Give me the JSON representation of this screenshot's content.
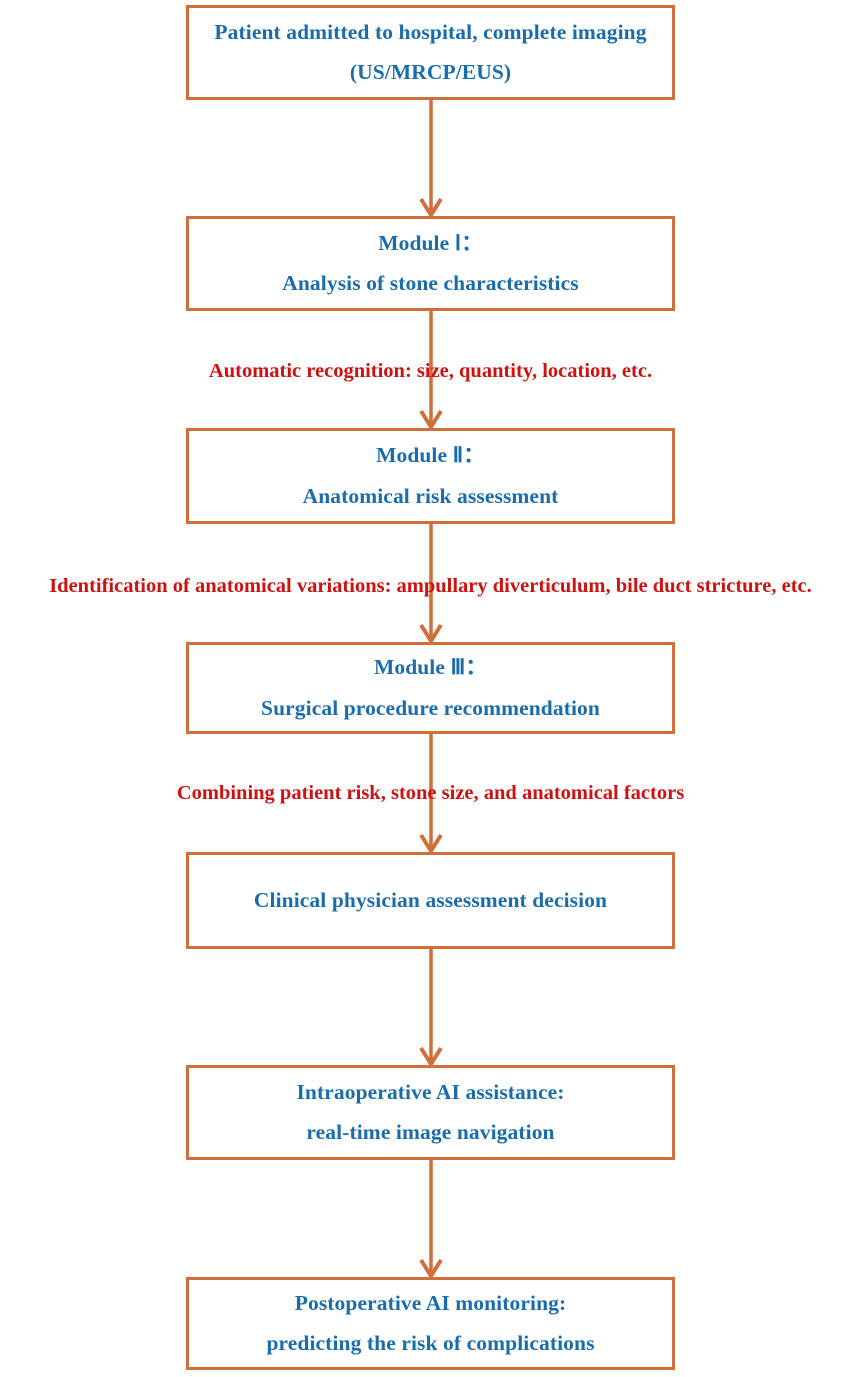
{
  "diagram": {
    "title": "AI-assisted clinical workflow for bile duct stone management",
    "colors": {
      "box_border": "#cf6f3b",
      "box_text": "#1a6caa",
      "annotation_text": "#cc1212",
      "arrow": "#cf6f3b",
      "background": "#ffffff"
    },
    "nodes": [
      {
        "id": "node-admission",
        "name": "patient-admission-box",
        "lines": [
          "Patient admitted to hospital, complete imaging",
          "(US/MRCP/EUS)"
        ]
      },
      {
        "id": "node-module-1",
        "name": "module-one-box",
        "lines": [
          "Module Ⅰ：",
          "Analysis of stone characteristics"
        ]
      },
      {
        "id": "node-module-2",
        "name": "module-two-box",
        "lines": [
          "Module Ⅱ：",
          "Anatomical risk assessment"
        ]
      },
      {
        "id": "node-module-3",
        "name": "module-three-box",
        "lines": [
          "Module Ⅲ：",
          "Surgical procedure recommendation"
        ]
      },
      {
        "id": "node-physician-decision",
        "name": "clinician-decision-box",
        "lines": [
          "Clinical physician assessment decision"
        ]
      },
      {
        "id": "node-intraoperative",
        "name": "intraoperative-ai-box",
        "lines": [
          "Intraoperative AI assistance:",
          "real-time image navigation"
        ]
      },
      {
        "id": "node-postoperative",
        "name": "postoperative-ai-box",
        "lines": [
          "Postoperative AI monitoring:",
          "predicting the risk of complications"
        ]
      }
    ],
    "annotations": [
      {
        "id": "annotation-1",
        "name": "edge-label-automatic-recognition",
        "text": "Automatic recognition: size, quantity, location, etc."
      },
      {
        "id": "annotation-2",
        "name": "edge-label-anatomical-variations",
        "text": "Identification of anatomical variations: ampullary diverticulum, bile duct stricture, etc."
      },
      {
        "id": "annotation-3",
        "name": "edge-label-combining-factors",
        "text": "Combining patient risk, stone size, and anatomical factors"
      }
    ],
    "edges": [
      {
        "id": "edge-1",
        "name": "arrow-admission-to-module-one"
      },
      {
        "id": "edge-2",
        "name": "arrow-module-one-to-module-two"
      },
      {
        "id": "edge-3",
        "name": "arrow-module-two-to-module-three"
      },
      {
        "id": "edge-4",
        "name": "arrow-module-three-to-decision"
      },
      {
        "id": "edge-5",
        "name": "arrow-decision-to-intraoperative"
      },
      {
        "id": "edge-6",
        "name": "arrow-intraoperative-to-postoperative"
      }
    ]
  }
}
